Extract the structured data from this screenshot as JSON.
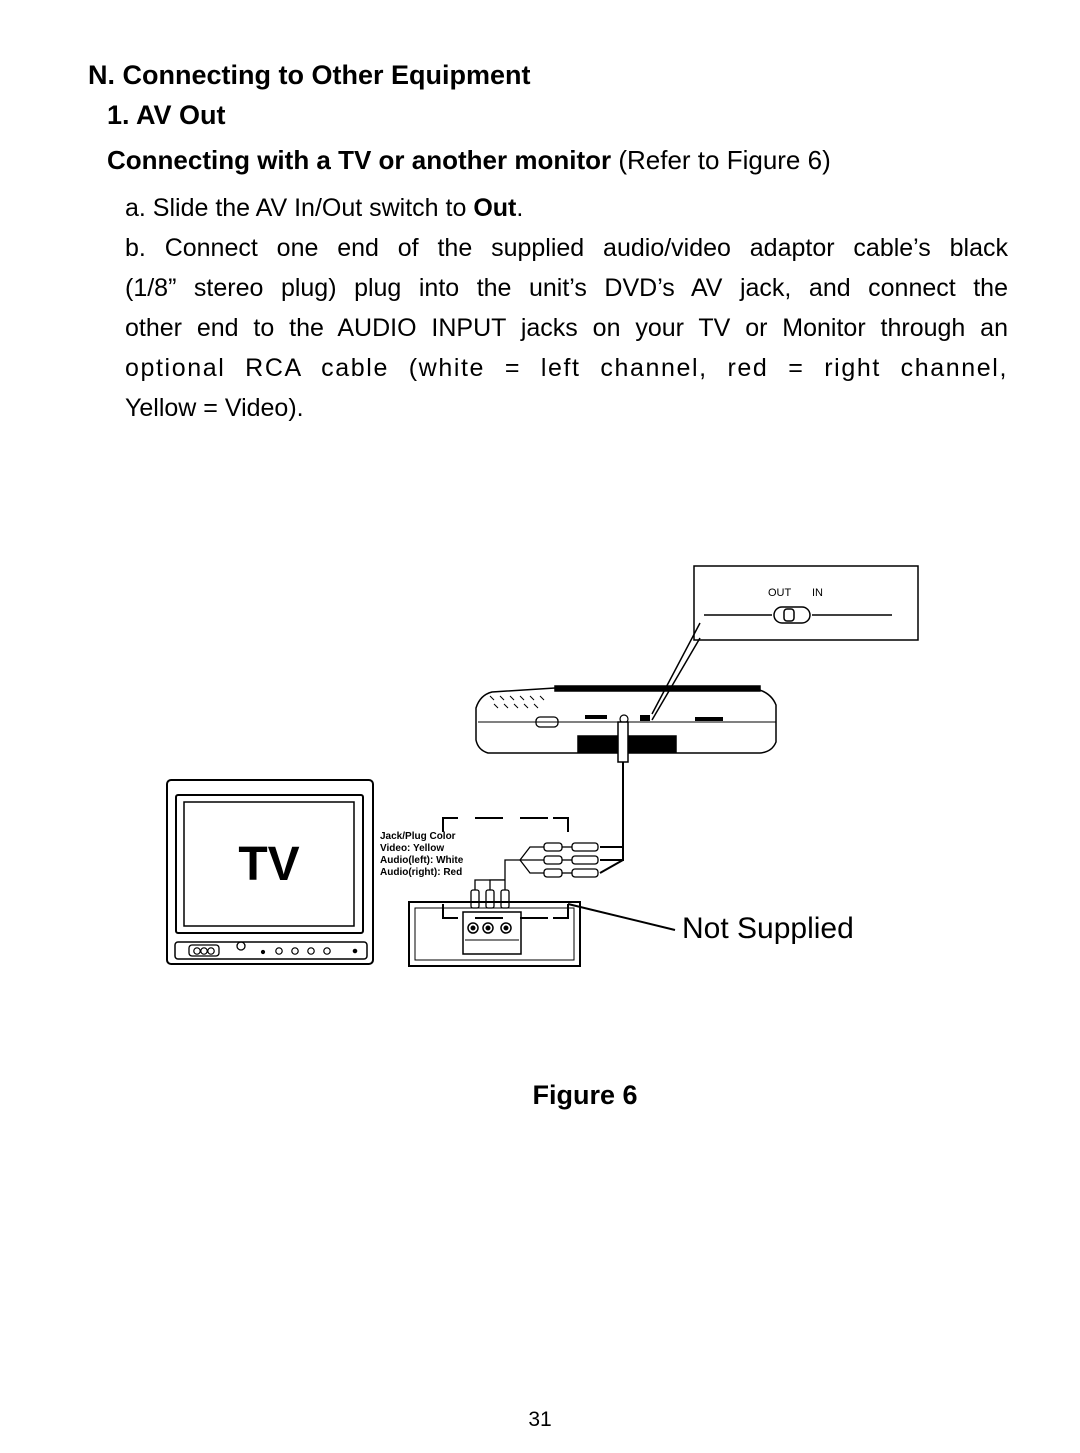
{
  "section": {
    "heading": "N.  Connecting  to  Other  Equipment",
    "subheading": "1.  AV  Out",
    "topic_bold": "Connecting  with  a  TV  or  another  monitor",
    "topic_ref": " (Refer  to  Figure  6)"
  },
  "steps": {
    "a_prefix": "a. Slide the AV In/Out switch to ",
    "a_bold": "Out",
    "a_suffix": ".",
    "b_lines": [
      "b. Connect one end of the supplied audio/video adaptor cable’s black",
      "(1/8” stereo plug)  plug  into the unit’s  DVD’s AV jack, and connect  the",
      "other end to the AUDIO INPUT  jacks on your TV or Monitor through an",
      "optional RCA cable (white = left channel, red = right channel,",
      "Yellow = Video)."
    ]
  },
  "figure": {
    "switch_out": "OUT",
    "switch_in": "IN",
    "tv_label": "TV",
    "legend_title": "Jack/Plug Color",
    "legend_video": "Video: Yellow",
    "legend_audio_left": "Audio(left): White",
    "legend_audio_right_prefix": "Audio(right): ",
    "legend_audio_right_bold": "Red",
    "not_supplied": "Not  Supplied",
    "caption": "Figure  6"
  },
  "page_number": "31"
}
